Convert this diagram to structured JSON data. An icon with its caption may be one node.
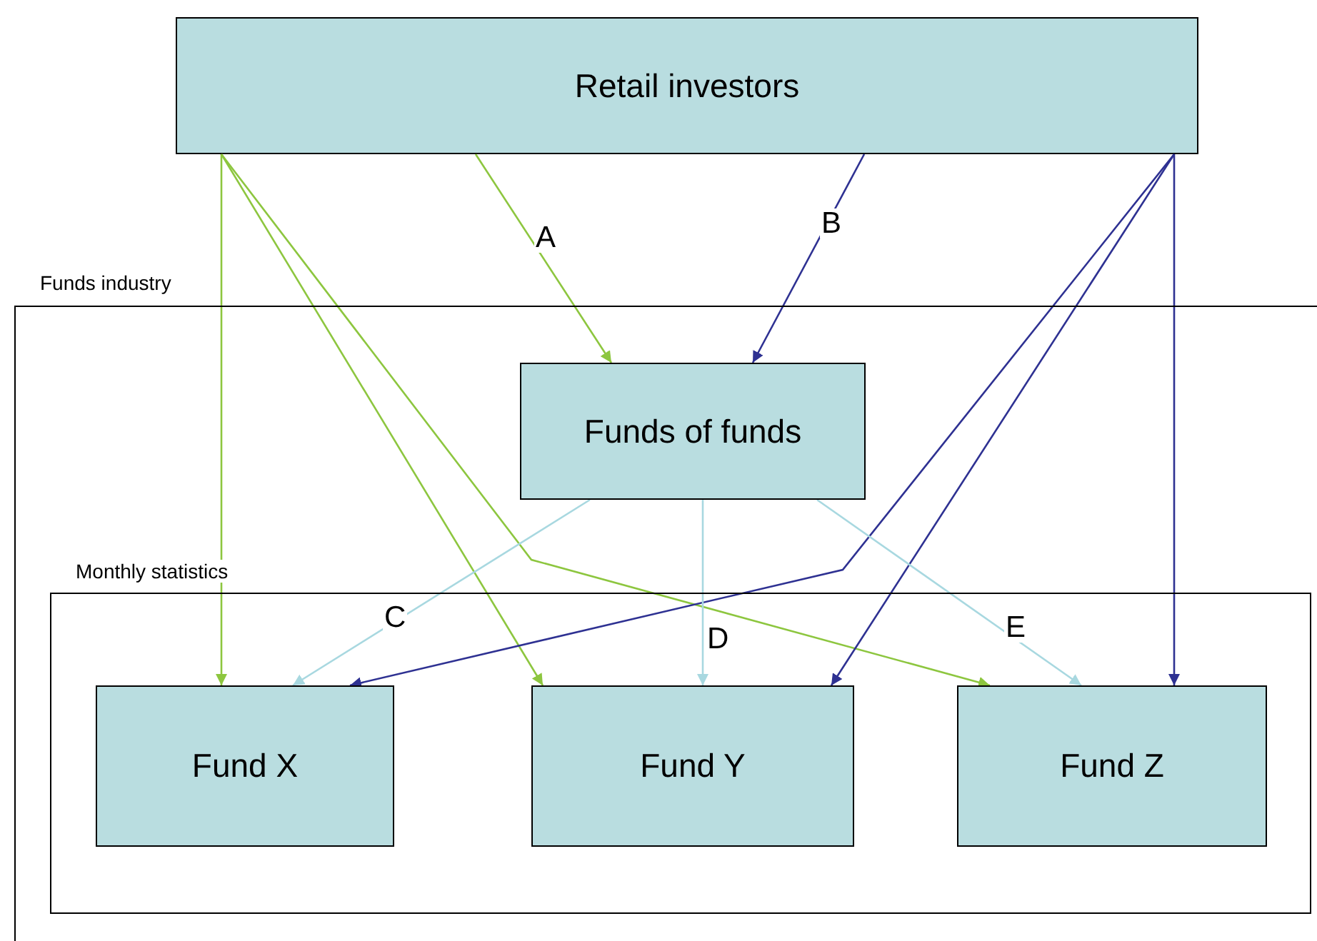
{
  "diagram": {
    "nodes": [
      {
        "text": [
          "Retail investors"
        ]
      },
      {
        "text": [
          "Funds industry"
        ]
      },
      {
        "text": [
          "Funds of funds"
        ],
        "in": 1
      },
      {
        "text": [
          "Monthly statistics"
        ],
        "in": 1
      },
      {
        "text": [
          "Fund X"
        ],
        "in": 3
      },
      {
        "text": [
          "Fund Y"
        ],
        "in": 3
      },
      {
        "text": [
          "Fund Z"
        ],
        "in": 3
      }
    ],
    "edges": [
      {
        "from": 0,
        "to": 2,
        "arrow": "to",
        "label": "A",
        "color": "#8dc63f"
      },
      {
        "from": 0,
        "to": 2,
        "arrow": "to",
        "label": "B",
        "color": "#2e3192"
      },
      {
        "from": 0,
        "to": 4,
        "arrow": "to",
        "color": "#8dc63f"
      },
      {
        "from": 0,
        "to": 5,
        "arrow": "to",
        "color": "#8dc63f"
      },
      {
        "from": 0,
        "to": 6,
        "arrow": "to",
        "color": "#8dc63f"
      },
      {
        "from": 0,
        "to": 4,
        "arrow": "to",
        "color": "#2e3192"
      },
      {
        "from": 0,
        "to": 5,
        "arrow": "to",
        "color": "#2e3192"
      },
      {
        "from": 0,
        "to": 6,
        "arrow": "to",
        "color": "#2e3192"
      },
      {
        "from": 2,
        "to": 4,
        "arrow": "to",
        "label": "C",
        "color": "#a8d8e0"
      },
      {
        "from": 2,
        "to": 5,
        "arrow": "to",
        "label": "D",
        "color": "#a8d8e0"
      },
      {
        "from": 2,
        "to": 6,
        "arrow": "to",
        "label": "E",
        "color": "#a8d8e0"
      }
    ]
  }
}
